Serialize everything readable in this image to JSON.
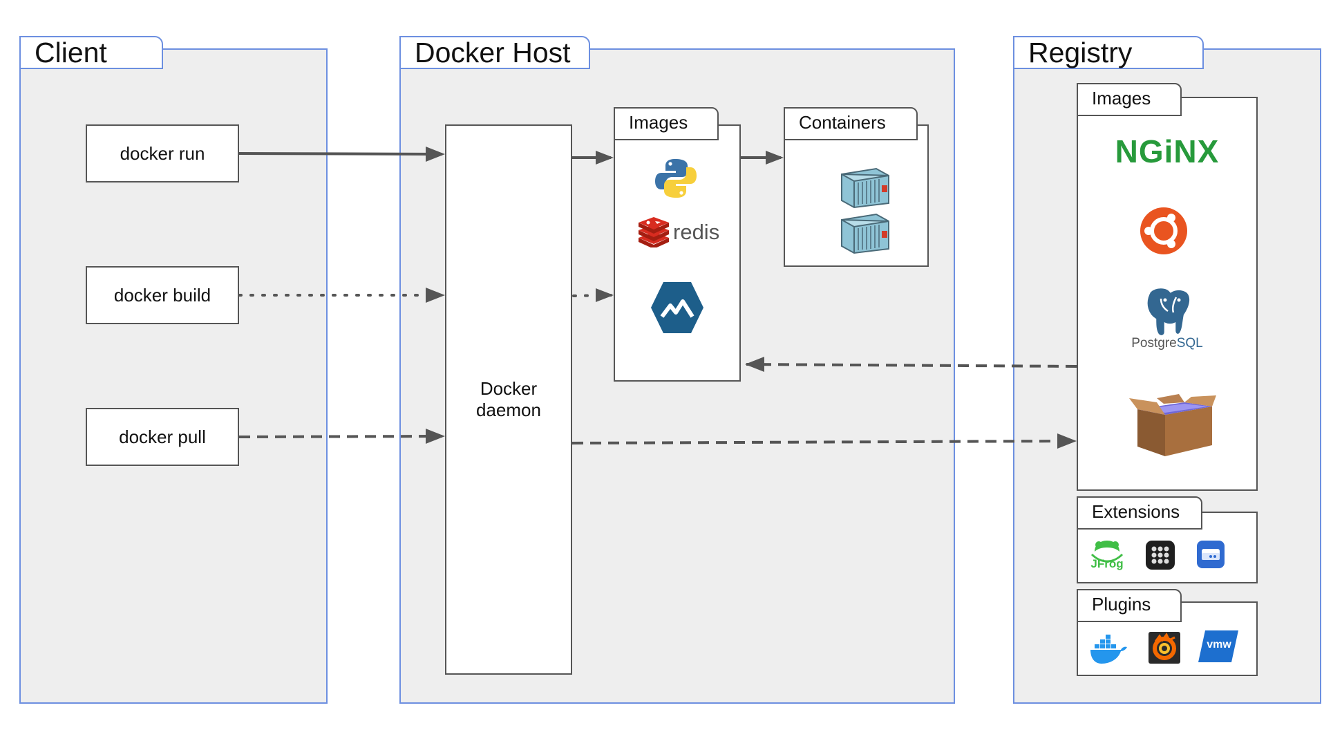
{
  "client": {
    "title": "Client",
    "commands": [
      "docker run",
      "docker build",
      "docker pull"
    ]
  },
  "host": {
    "title": "Docker Host",
    "daemon": [
      "Docker",
      "daemon"
    ],
    "images_label": "Images",
    "containers_label": "Containers",
    "redis_text": "redis"
  },
  "registry": {
    "title": "Registry",
    "images_label": "Images",
    "nginx_text": "NGiNX",
    "postgres_text_a": "Postgre",
    "postgres_text_b": "SQL",
    "extensions_label": "Extensions",
    "jfrog_text": "JFrog",
    "plugins_label": "Plugins",
    "vmw_text": "vmw"
  },
  "colors": {
    "panel_border": "#6c8fe0",
    "panel_fill": "#eeeeee",
    "arrow": "#555555",
    "nginx_green": "#279a3b",
    "ubuntu_orange": "#e95420",
    "postgres_blue": "#336791",
    "redis_red": "#c6302b",
    "portainer_blue": "#1d5e8a"
  },
  "icons": [
    "python-icon",
    "redis-icon",
    "portainer-icon",
    "container-icon",
    "nginx-icon",
    "ubuntu-icon",
    "postgresql-icon",
    "box-icon",
    "jfrog-icon",
    "dots-grid-icon",
    "drive-icon",
    "docker-whale-icon",
    "grafana-icon",
    "vmware-icon"
  ]
}
